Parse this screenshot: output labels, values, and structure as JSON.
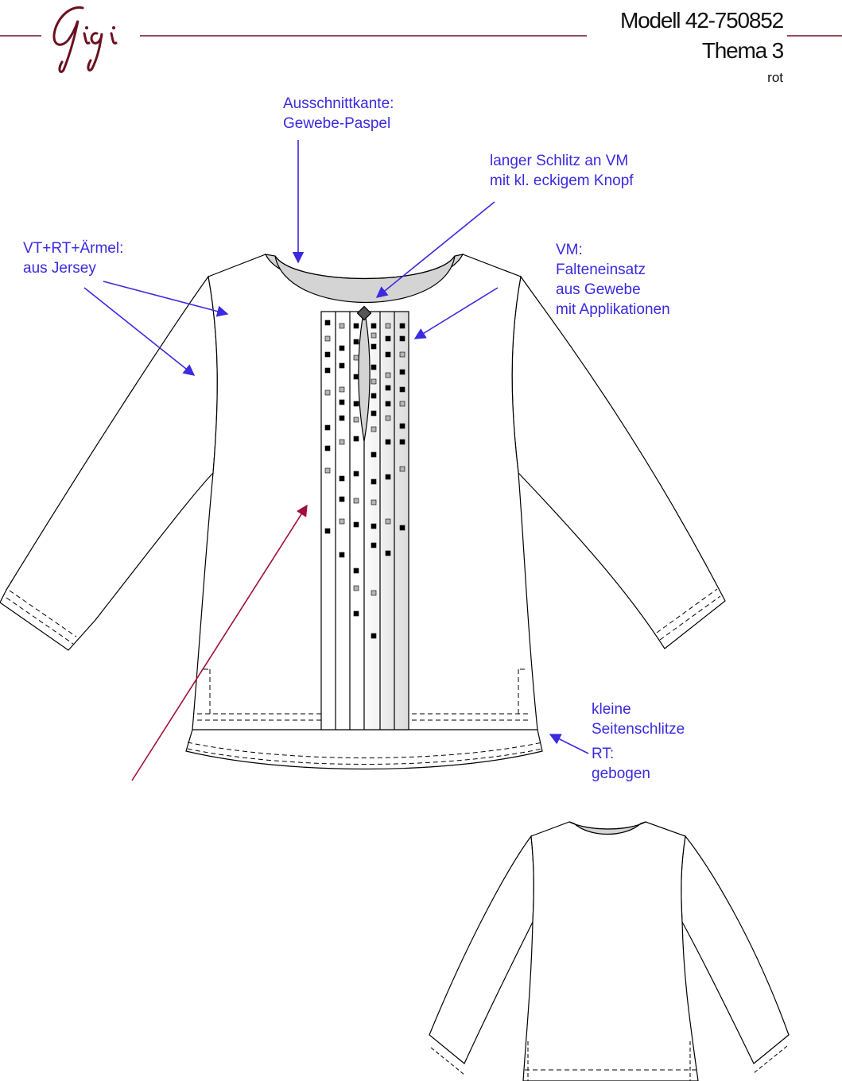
{
  "header": {
    "brand": "Gigi",
    "model": "Modell 42-750852",
    "theme": "Thema 3",
    "color_variant": "rot"
  },
  "annotations": {
    "neckline": [
      "Ausschnittkante:",
      "Gewebe-Paspel"
    ],
    "slit": [
      "langer Schlitz an VM",
      "mit kl. eckigem Knopf"
    ],
    "body": [
      "VT+RT+Ärmel:",
      "aus Jersey"
    ],
    "placket": [
      "VM:",
      "Falteneinsatz",
      "aus Gewebe",
      "mit Applikationen"
    ],
    "side_slits": [
      "kleine",
      "Seitenschlitze"
    ],
    "back_hem": [
      "RT:",
      "gebogen"
    ]
  },
  "colors": {
    "annotation_text": "#3a2ae0",
    "arrow_blue": "#3a2ae0",
    "arrow_red": "#a0103a",
    "brand": "#6b1020",
    "outline": "#000000",
    "paspel_fill": "#d4d4d4"
  }
}
